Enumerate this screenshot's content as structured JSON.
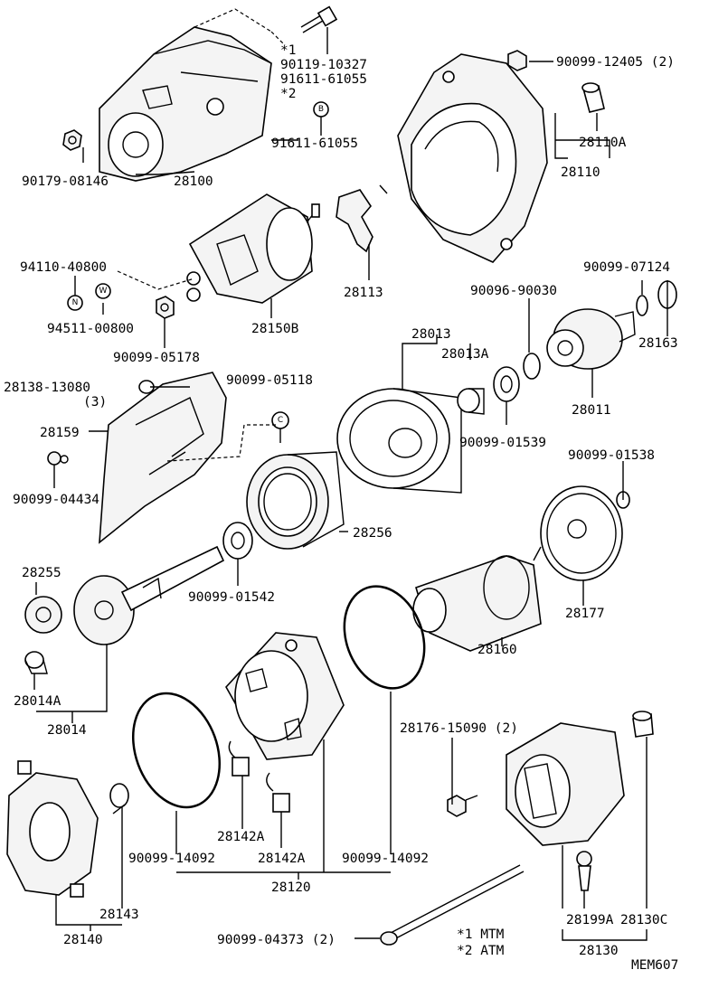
{
  "labels": {
    "p90119_10327": "90119-10327",
    "p91611_61055_a": "91611-61055",
    "star1": "*1",
    "star2": "*2",
    "p91611_61055_b": "91611-61055",
    "p90179_08146": "90179-08146",
    "p28100": "28100",
    "p90099_12405": "90099-12405 (2)",
    "p28110A": "28110A",
    "p28110": "28110",
    "p94110_40800": "94110-40800",
    "p94511_00800": "94511-00800",
    "p28150B": "28150B",
    "p28113": "28113",
    "p90096_90030": "90096-90030",
    "p90099_07124": "90099-07124",
    "p28163": "28163",
    "p90099_05178": "90099-05178",
    "p28013": "28013",
    "p28013A": "28013A",
    "p28011": "28011",
    "p28138_13080": "28138-13080",
    "qty3": "(3)",
    "p90099_05118": "90099-05118",
    "p28159": "28159",
    "p90099_01539": "90099-01539",
    "p90099_01538": "90099-01538",
    "p90099_04434": "90099-04434",
    "p28256": "28256",
    "p28255": "28255",
    "p90099_01542": "90099-01542",
    "p28177": "28177",
    "p28160": "28160",
    "p28014A": "28014A",
    "p28014": "28014",
    "p28176_15090": "28176-15090 (2)",
    "p28142A_1": "28142A",
    "p28142A_2": "28142A",
    "p90099_14092_a": "90099-14092",
    "p90099_14092_b": "90099-14092",
    "p28120": "28120",
    "p28143": "28143",
    "p28140": "28140",
    "p90099_04373": "90099-04373 (2)",
    "p28199A": "28199A",
    "p28130C": "28130C",
    "p28130": "28130",
    "legend1": "*1 MTM",
    "legend2": "*2 ATM",
    "ref": "MEM607"
  },
  "symbols": {
    "B": "B",
    "N": "N",
    "W": "W",
    "C": "C"
  }
}
